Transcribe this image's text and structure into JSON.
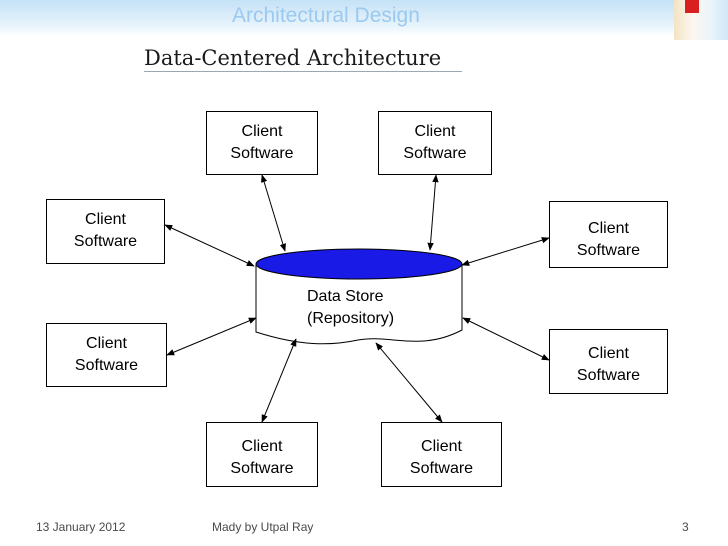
{
  "header": {
    "title": "Architectural Design",
    "subtitle": "Data-Centered Architecture"
  },
  "diagram": {
    "data_store": {
      "label_line1": "Data Store",
      "label_line2": "(Repository)"
    },
    "clients": [
      {
        "line1": "Client",
        "line2": "Software"
      },
      {
        "line1": "Client",
        "line2": "Software"
      },
      {
        "line1": "Client",
        "line2": "Software"
      },
      {
        "line1": "Client",
        "line2": "Software"
      },
      {
        "line1": "Client",
        "line2": "Software"
      },
      {
        "line1": "Client",
        "line2": "Software"
      },
      {
        "line1": "Client",
        "line2": "Software"
      },
      {
        "line1": "Client",
        "line2": "Software"
      }
    ],
    "colors": {
      "repository_top": "#1a1ae6",
      "box_border": "#000000",
      "connector": "#000000"
    }
  },
  "footer": {
    "date": "13 January 2012",
    "author": "Mady by  Utpal Ray",
    "page_number": "3"
  }
}
